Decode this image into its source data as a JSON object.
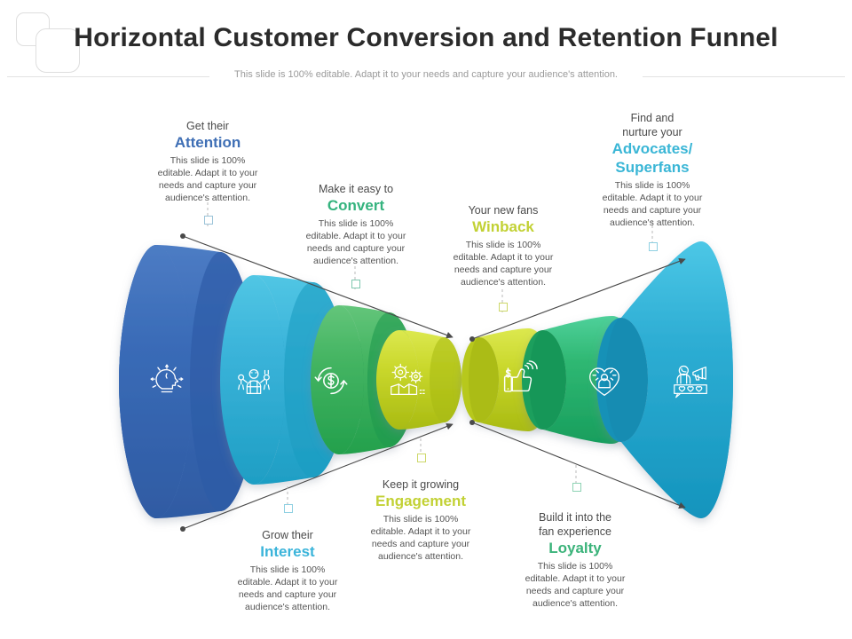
{
  "header": {
    "title": "Horizontal Customer Conversion and Retention Funnel",
    "subtitle": "This slide is 100% editable. Adapt it to your needs and capture your audience's attention.",
    "logo_name": "overlapping-rounded-squares-logo"
  },
  "body_text": "This slide is 100% editable.  Adapt it to your needs and capture your audience's attention.",
  "colors": {
    "attention_blue": "#3a6cb8",
    "interest_cyan": "#3bb4da",
    "convert_green": "#3bb45e",
    "engagement_lime": "#c8d92e",
    "winback_lime": "#c8d92e",
    "loyalty_green": "#2fb873",
    "advocates_cyan": "#2eaed4",
    "attention_label": "#3f6fb5",
    "convert_label": "#34b37e",
    "winback_label": "#c2d134",
    "advocates_label": "#3ab6d6",
    "interest_label": "#3bb4da",
    "engagement_label": "#c2d134",
    "loyalty_label": "#3bb37a",
    "title": "#2b2b2b",
    "subtitle": "#9a9a9a",
    "marker_border": "#9bc3d8"
  },
  "stages": [
    {
      "id": "attention",
      "pre": "Get their",
      "key": "Attention",
      "body": "This slide is 100% editable.  Adapt it to your needs and capture your audience's attention.",
      "icon": "head-idea-icon",
      "color": "#3a6cb8",
      "label_color": "#3f6fb5"
    },
    {
      "id": "interest",
      "pre": "Grow their",
      "key": "Interest",
      "body": "This slide is 100% editable.  Adapt it to your needs and capture your audience's attention.",
      "icon": "person-megaphone-pair-icon",
      "color": "#3bb4da",
      "label_color": "#3bb4da"
    },
    {
      "id": "convert",
      "pre": "Make it easy to",
      "key": "Convert",
      "body": "This slide is 100% editable.  Adapt it to your needs and capture your audience's attention.",
      "icon": "dollar-refresh-icon",
      "color": "#3bb45e",
      "label_color": "#34b37e"
    },
    {
      "id": "engagement",
      "pre": "Keep it growing",
      "key": "Engagement",
      "body": "This slide is 100% editable.  Adapt it to your needs and capture your audience's attention.",
      "icon": "gears-handshake-icon",
      "color": "#c8d92e",
      "label_color": "#c2d134"
    },
    {
      "id": "winback",
      "pre": "Your new fans",
      "key": "Winback",
      "body": "This slide is 100% editable.  Adapt it to your needs and capture your audience's attention.",
      "icon": "thumbs-up-dollar-icon",
      "color": "#c8d92e",
      "label_color": "#c2d134"
    },
    {
      "id": "loyalty",
      "pre": "Build it into the fan experience",
      "pre_line1": "Build it into the",
      "pre_line2": "fan experience",
      "key": "Loyalty",
      "body": "This slide is 100% editable.  Adapt it to your needs and capture your audience's attention.",
      "icon": "heart-person-icon",
      "color": "#2fb873",
      "label_color": "#3bb37a"
    },
    {
      "id": "advocates",
      "pre": "Find and nurture your",
      "pre_line1": "Find and",
      "pre_line2": "nurture your",
      "key": "Advocates/",
      "key2": "Superfans",
      "body": "This slide is 100% editable.  Adapt it to your needs and capture your audience's attention.",
      "icon": "person-megaphone-hearts-icon",
      "color": "#2eaed4",
      "label_color": "#3ab6d6"
    }
  ]
}
